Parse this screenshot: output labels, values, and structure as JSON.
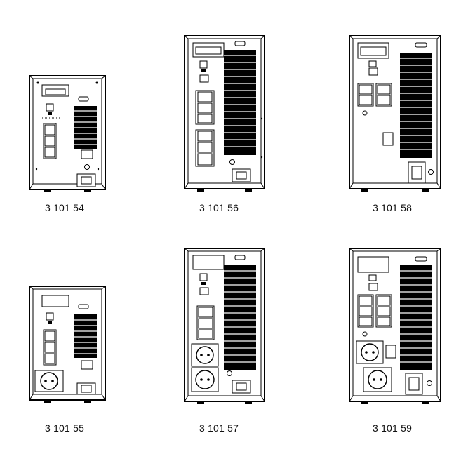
{
  "models": [
    {
      "caption": "3 101 54"
    },
    {
      "caption": "3 101 56"
    },
    {
      "caption": "3 101 58"
    },
    {
      "caption": "3 101 55"
    },
    {
      "caption": "3 101 57"
    },
    {
      "caption": "3 101 59"
    }
  ]
}
